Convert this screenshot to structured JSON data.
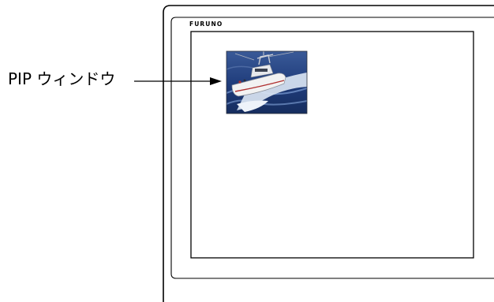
{
  "device": {
    "brand": "FURUNO",
    "frame_color": "#000000",
    "screen_color": "#ffffff"
  },
  "callout": {
    "label": "PIP ウィンドウ",
    "target": "pip-window"
  },
  "pip_window": {
    "content": "boat-photo",
    "colors": {
      "sea": "#1e3b7a",
      "spray": "#d9e4f2",
      "hull": "#f2f2f2",
      "accent": "#b03030"
    }
  }
}
